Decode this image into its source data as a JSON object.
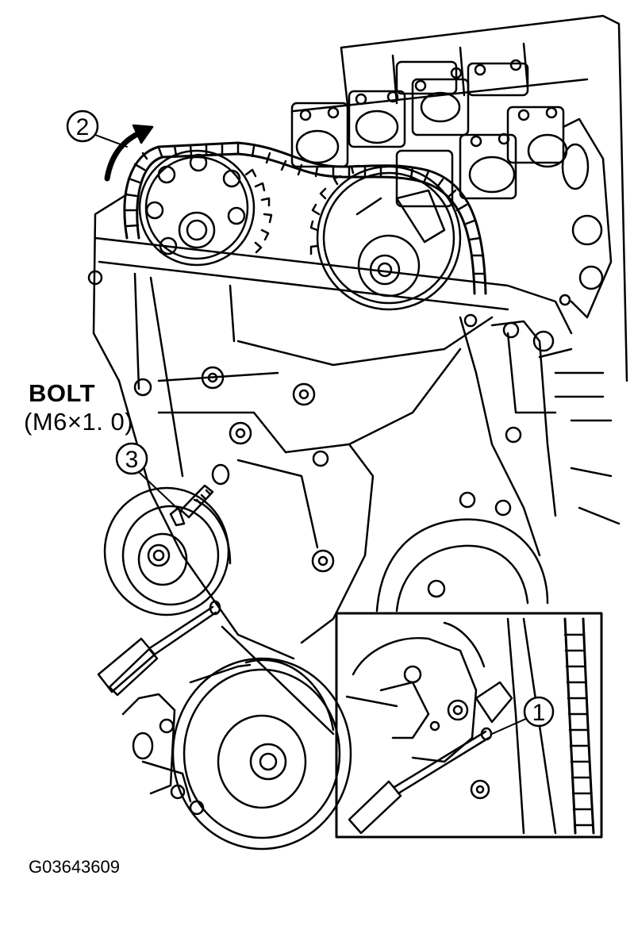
{
  "callouts": [
    {
      "id": "1",
      "label": "1"
    },
    {
      "id": "2",
      "label": "2"
    },
    {
      "id": "3",
      "label": "3"
    }
  ],
  "bolt": {
    "title": "BOLT",
    "spec": "(M6×1. 0)"
  },
  "figure_id": "G03643609",
  "colors": {
    "line": "#000000",
    "background": "#ffffff"
  }
}
